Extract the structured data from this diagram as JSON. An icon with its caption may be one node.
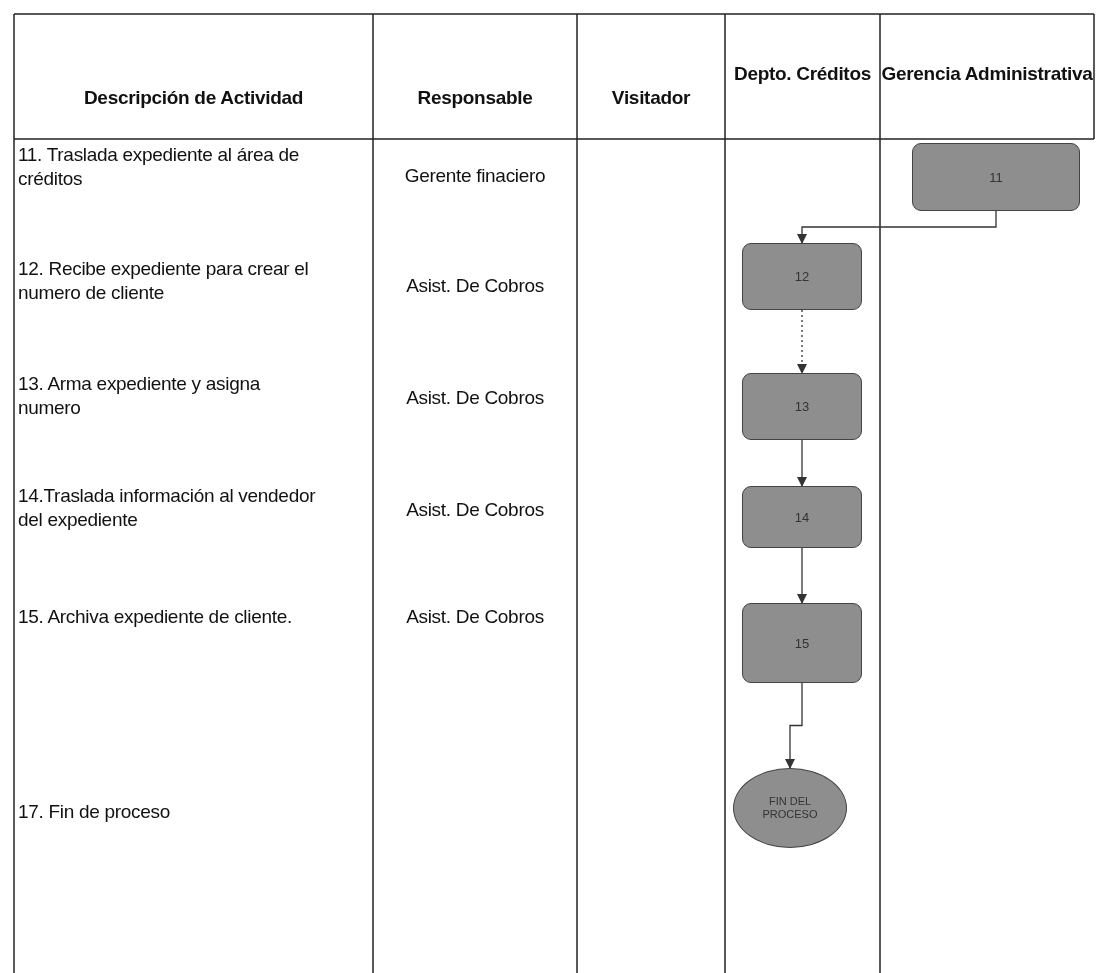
{
  "diagram": {
    "nodes": [
      {
        "text": [
          "11"
        ]
      },
      {
        "text": [
          "12"
        ]
      },
      {
        "text": [
          "13"
        ]
      },
      {
        "text": [
          "14"
        ]
      },
      {
        "text": [
          "15"
        ]
      },
      {
        "text": [
          "FIN DEL PROCESO"
        ]
      }
    ],
    "edges": [
      {
        "from": 0,
        "to": 1,
        "arrow": "to"
      },
      {
        "from": 1,
        "to": 2,
        "arrow": "to",
        "style": "dashed"
      },
      {
        "from": 2,
        "to": 3,
        "arrow": "to"
      },
      {
        "from": 3,
        "to": 4,
        "arrow": "to"
      },
      {
        "from": 4,
        "to": 5,
        "arrow": "to"
      }
    ],
    "labels": [
      "Descripción de Actividad",
      "Responsable",
      "Visitador",
      "Depto. Créditos",
      "Gerencia Administrativa",
      "11. Traslada expediente al área de créditos",
      "Gerente finaciero",
      "12. Recibe expediente para crear el numero de cliente",
      "Asist. De Cobros",
      "13. Arma expediente y asigna numero",
      "Asist. De Cobros",
      "14.Traslada información al vendedor del expediente",
      "Asist. De Cobros",
      "15. Archiva expediente de cliente.",
      "Asist. De Cobros",
      "17. Fin de proceso"
    ]
  }
}
